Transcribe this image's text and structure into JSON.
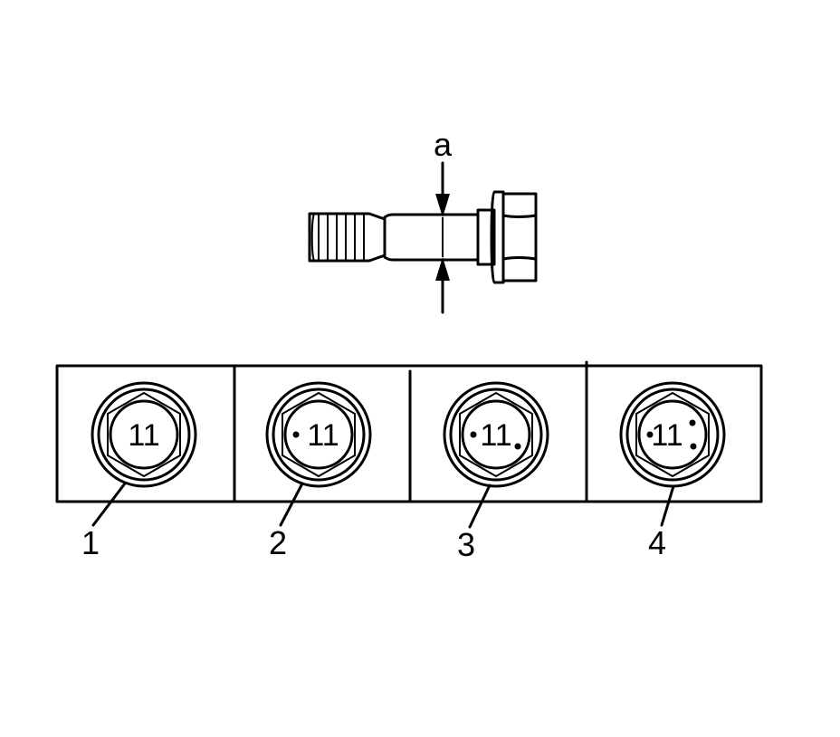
{
  "dimension_label": "a",
  "head_marking": "11",
  "bolts": [
    {
      "callout": "1",
      "dots": 0
    },
    {
      "callout": "2",
      "dots": 1
    },
    {
      "callout": "3",
      "dots": 2
    },
    {
      "callout": "4",
      "dots": 3
    }
  ]
}
